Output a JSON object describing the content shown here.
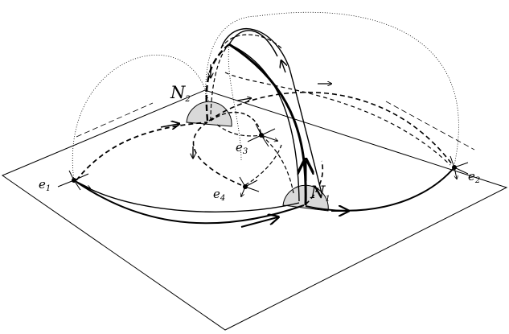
{
  "labels": {
    "N1": {
      "main": "N",
      "sub": "1"
    },
    "N2": {
      "main": "N",
      "sub": "2"
    },
    "e1": {
      "main": "e",
      "sub": "1"
    },
    "e2": {
      "main": "e",
      "sub": "2"
    },
    "e3": {
      "main": "e",
      "sub": "3"
    },
    "e4": {
      "main": "e",
      "sub": "4"
    }
  },
  "colors": {
    "ink": "#000000",
    "hemisphere_fill": "#d9d9d9",
    "background": "#ffffff"
  }
}
